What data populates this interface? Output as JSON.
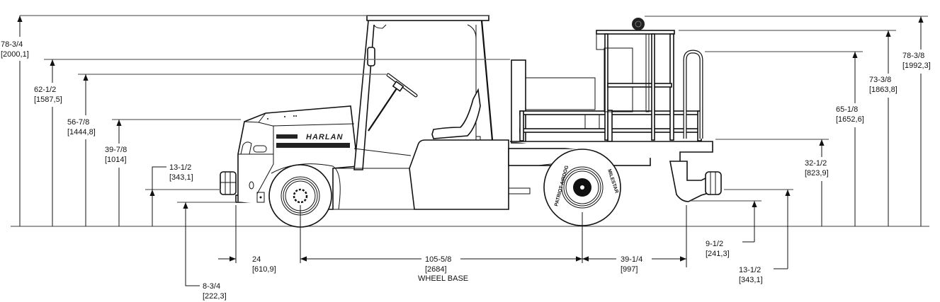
{
  "drawing": {
    "title": "Harlan tug side elevation with dimensions",
    "brand_text": "HARLAN",
    "tire_text_left": "PATRIOT AIRDOG",
    "tire_text_right": "MILESTAR"
  },
  "dimensions": {
    "overall_height_front": {
      "in": "78-3/4",
      "mm": "[2000,1]"
    },
    "cab_height": {
      "in": "62-1/2",
      "mm": "[1587,5]"
    },
    "steering_wheel_height": {
      "in": "56-7/8",
      "mm": "[1444,8]"
    },
    "hood_height": {
      "in": "39-7/8",
      "mm": "[1014]"
    },
    "front_hitch_height": {
      "in": "13-1/2",
      "mm": "[343,1]"
    },
    "front_bumper_clearance": {
      "in": "8-3/4",
      "mm": "[222,3]"
    },
    "front_overhang": {
      "in": "24",
      "mm": "[610,9]"
    },
    "wheel_base": {
      "in": "105-5/8",
      "mm": "[2684]",
      "label": "WHEEL BASE"
    },
    "rear_overhang": {
      "in": "39-1/4",
      "mm": "[997]"
    },
    "rear_clearance": {
      "in": "9-1/2",
      "mm": "[241,3]"
    },
    "rear_hitch_height": {
      "in": "13-1/2",
      "mm": "[343,1]"
    },
    "deck_height": {
      "in": "32-1/2",
      "mm": "[823,9]"
    },
    "rail_height": {
      "in": "65-1/8",
      "mm": "[1652,6]"
    },
    "cage_height": {
      "in": "73-3/8",
      "mm": "[1863,8]"
    },
    "overall_height_rear": {
      "in": "78-3/8",
      "mm": "[1992,3]"
    }
  }
}
